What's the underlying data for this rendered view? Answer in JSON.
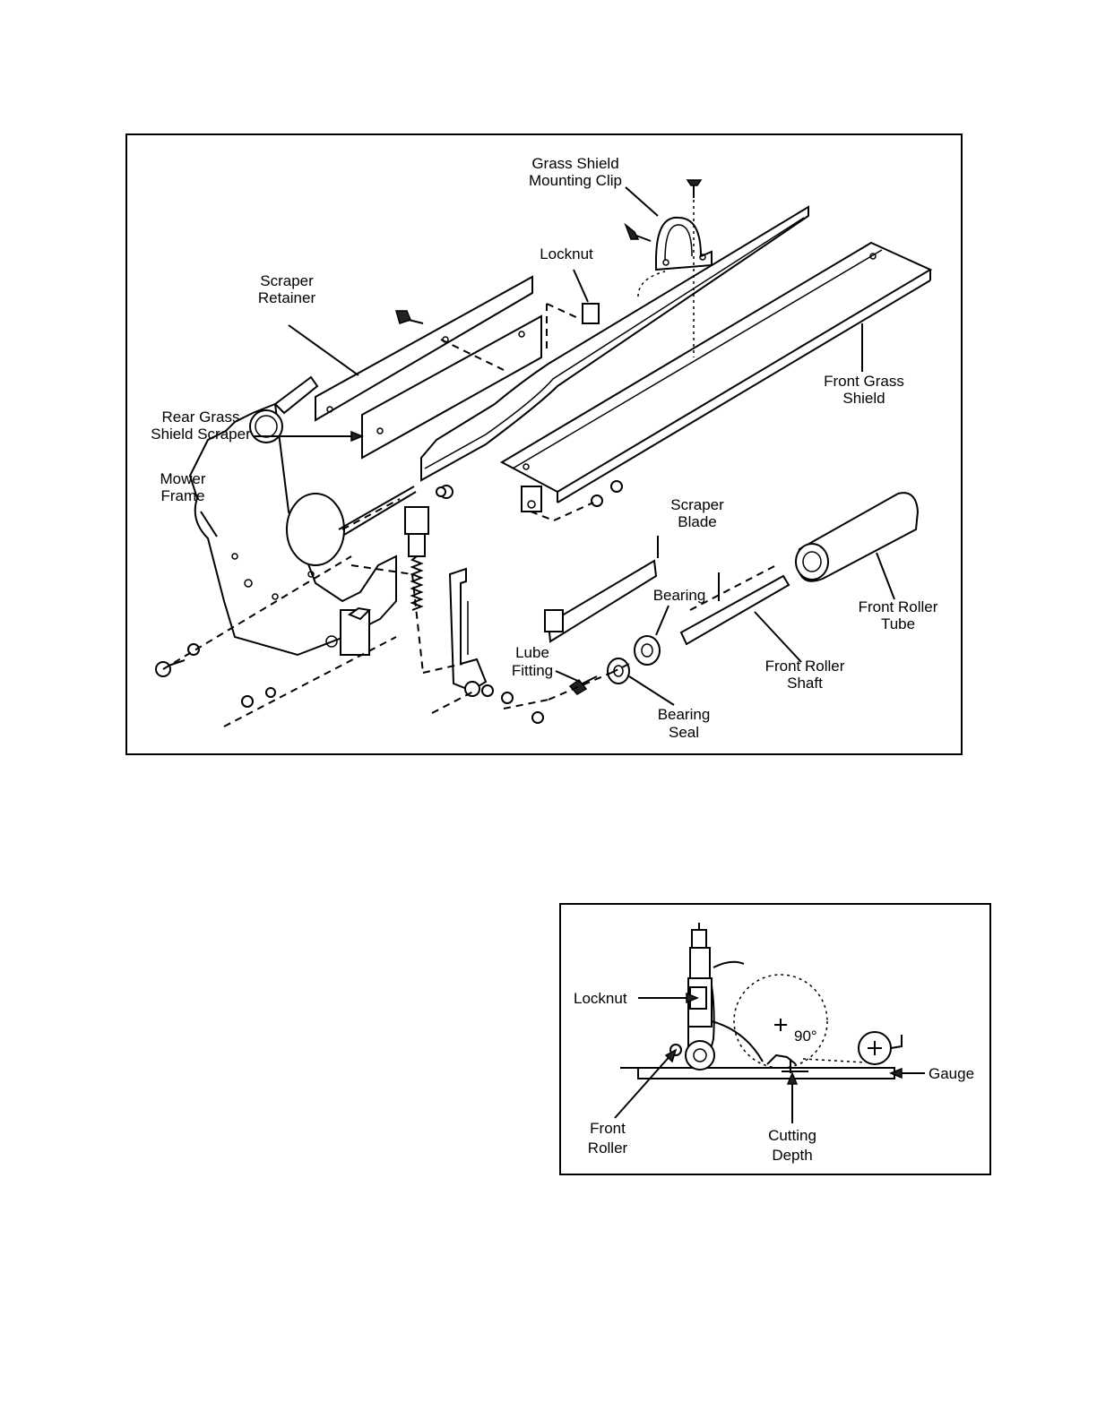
{
  "figure1": {
    "labels": {
      "grass_shield_clip_1": "Grass Shield",
      "grass_shield_clip_2": "Mounting Clip",
      "locknut": "Locknut",
      "scraper_retainer_1": "Scraper",
      "scraper_retainer_2": "Retainer",
      "rear_scraper_1": "Rear Grass",
      "rear_scraper_2": "Shield Scraper",
      "front_grass_shield_1": "Front Grass",
      "front_grass_shield_2": "Shield",
      "mower_frame_1": "Mower",
      "mower_frame_2": "Frame",
      "scraper_blade_1": "Scraper",
      "scraper_blade_2": "Blade",
      "bearing": "Bearing",
      "front_roller_tube_1": "Front Roller",
      "front_roller_tube_2": "Tube",
      "lube_fitting_1": "Lube",
      "lube_fitting_2": "Fitting",
      "front_roller_shaft_1": "Front Roller",
      "front_roller_shaft_2": "Shaft",
      "bearing_seal_1": "Bearing",
      "bearing_seal_2": "Seal"
    }
  },
  "figure2": {
    "labels": {
      "locknut": "Locknut",
      "angle": "90°",
      "gauge": "Gauge",
      "front_roller_1": "Front",
      "front_roller_2": "Roller",
      "cutting_depth_1": "Cutting",
      "cutting_depth_2": "Depth"
    }
  }
}
